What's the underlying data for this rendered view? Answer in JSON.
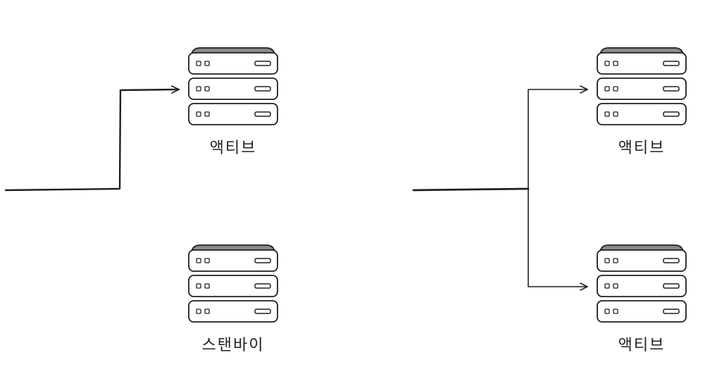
{
  "diagrams": [
    {
      "mode": "active-standby",
      "servers": [
        {
          "label": "액티브",
          "role": "active",
          "receives_traffic": true
        },
        {
          "label": "스탠바이",
          "role": "standby",
          "receives_traffic": false
        }
      ]
    },
    {
      "mode": "active-active",
      "servers": [
        {
          "label": "액티브",
          "role": "active",
          "receives_traffic": true
        },
        {
          "label": "액티브",
          "role": "active",
          "receives_traffic": true
        }
      ]
    }
  ],
  "colors": {
    "stroke": "#1f1f1f",
    "server_top": "#8a8a8a",
    "background": "#ffffff"
  },
  "icons": {
    "server": "server-rack-icon"
  }
}
